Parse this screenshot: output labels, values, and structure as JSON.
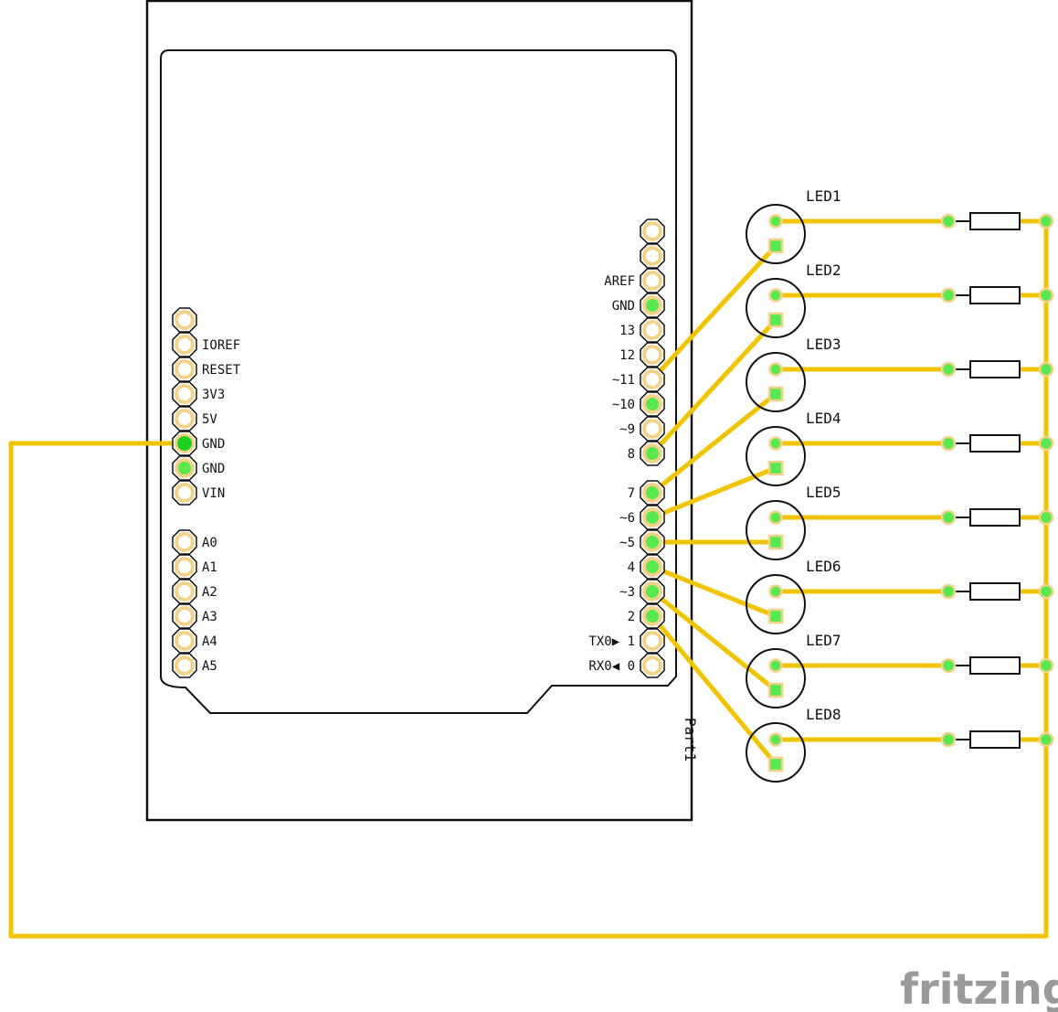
{
  "colors": {
    "wire": "#f0c400",
    "pad_ring": "#f5d28a",
    "pad_active": "#58e84f",
    "pad_gnd_main": "#20d020",
    "outline": "#111111",
    "watermark": "#9a9a9a"
  },
  "board": {
    "part_label": "Part1",
    "left_header": [
      "",
      "IOREF",
      "RESET",
      "3V3",
      "5V",
      "GND",
      "GND",
      "VIN"
    ],
    "analog_header": [
      "A0",
      "A1",
      "A2",
      "A3",
      "A4",
      "A5"
    ],
    "right_header_top": [
      "",
      "",
      "AREF",
      "GND",
      "13",
      "12",
      "~11",
      "~10",
      "~9",
      "8"
    ],
    "right_header_bottom": [
      "7",
      "~6",
      "~5",
      "4",
      "~3",
      "2",
      "TX0 1",
      "RX0 0"
    ]
  },
  "leds": [
    {
      "label": "LED1",
      "pin": "~11"
    },
    {
      "label": "LED2",
      "pin": "8"
    },
    {
      "label": "LED3",
      "pin": "7"
    },
    {
      "label": "LED4",
      "pin": "~6"
    },
    {
      "label": "LED5",
      "pin": "~5"
    },
    {
      "label": "LED6",
      "pin": "4"
    },
    {
      "label": "LED7",
      "pin": "~3"
    },
    {
      "label": "LED8",
      "pin": "2"
    }
  ],
  "watermark": "fritzing"
}
